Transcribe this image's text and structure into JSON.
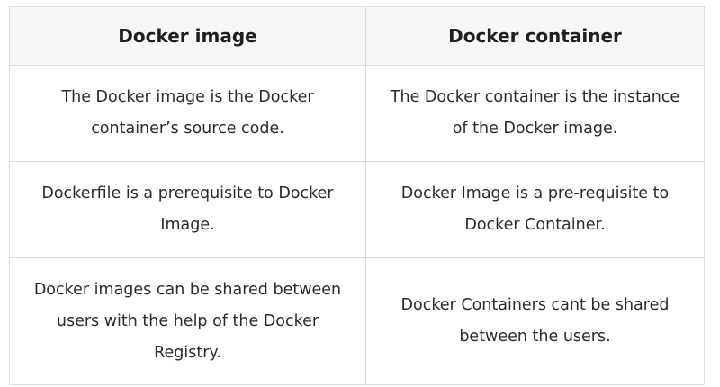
{
  "table": {
    "headers": [
      "Docker image",
      "Docker container"
    ],
    "rows": [
      [
        "The Docker image is the Docker container’s source code.",
        "The Docker container is the instance of the Docker image."
      ],
      [
        "Dockerfile is a prerequisite to Docker Image.",
        "Docker Image is a pre-requisite to Docker Container."
      ],
      [
        "Docker images can be shared between users with the help of the Docker Registry.",
        "Docker Containers cant be shared between the users."
      ]
    ]
  }
}
